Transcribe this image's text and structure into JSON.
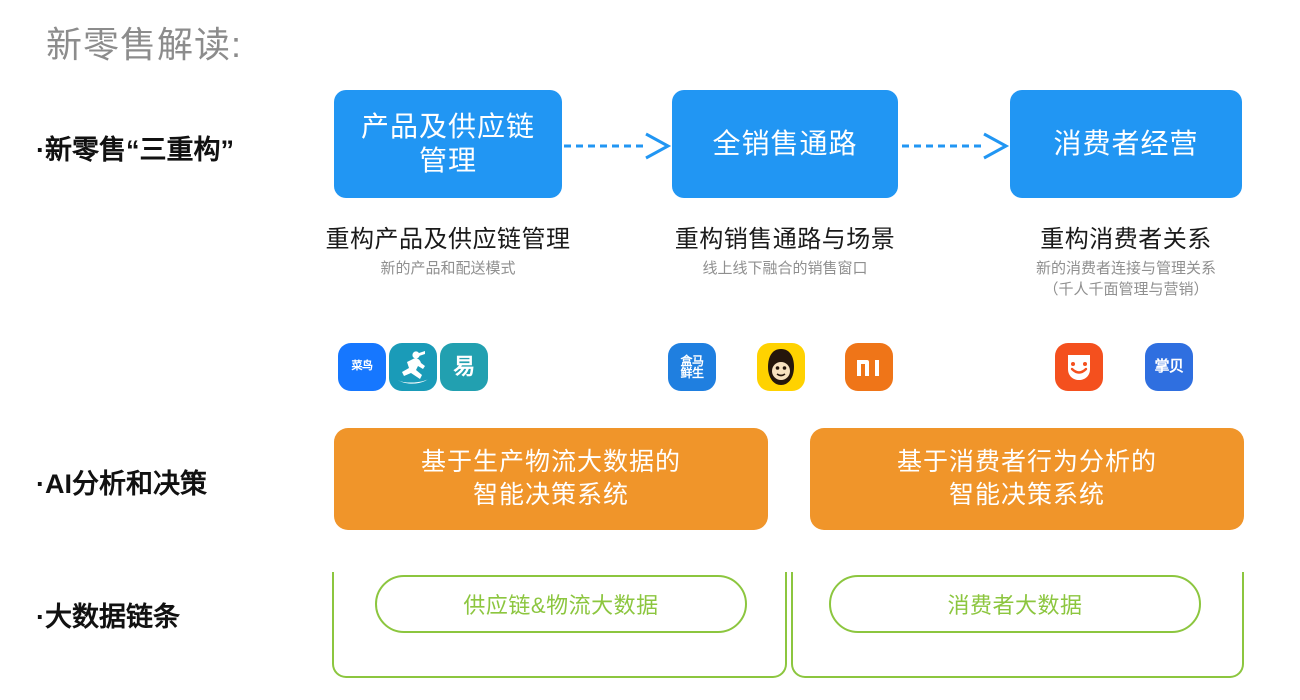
{
  "page": {
    "title": "新零售解读:",
    "title_color": "#8c8c8c",
    "background": "#ffffff"
  },
  "rows": {
    "row1_label": "·新零售“三重构”",
    "row2_label": "·AI分析和决策",
    "row3_label": "·大数据链条"
  },
  "flow": {
    "accent_color": "#2196f3",
    "arrow_icon": "dashed-arrow-right",
    "boxes": [
      {
        "label": "产品及供应链\n管理",
        "line1": "产品及供应链",
        "line2": "管理"
      },
      {
        "label": "全销售通路",
        "line1": "全销售通路",
        "line2": ""
      },
      {
        "label": "消费者经营",
        "line1": "消费者经营",
        "line2": ""
      }
    ],
    "captions": [
      {
        "head": "重构产品及供应链管理",
        "sub_lines": [
          "新的产品和配送模式"
        ]
      },
      {
        "head": "重构销售通路与场景",
        "sub_lines": [
          "线上线下融合的销售窗口"
        ]
      },
      {
        "head": "重构消费者关系",
        "sub_lines": [
          "新的消费者连接与管理关系",
          "（千人千面管理与营销）"
        ]
      }
    ]
  },
  "logos": {
    "group1": [
      {
        "name": "cainiao-logo",
        "text": "菜鸟",
        "bg": "#1677ff",
        "fg": "#ffffff",
        "lines": [
          "菜鸟"
        ]
      },
      {
        "name": "dada-runner-logo",
        "text": "达达",
        "bg": "#1a9bb8",
        "fg": "#ffffff",
        "lines": []
      },
      {
        "name": "yihaodian-logo",
        "text": "易",
        "bg": "#22a0b0",
        "fg": "#ffffff",
        "lines": [
          "易"
        ]
      }
    ],
    "group2": [
      {
        "name": "hema-xiansheng-logo",
        "text": "盒马鲜生",
        "bg": "#1f7fe0",
        "fg": "#ffffff",
        "lines": [
          "盒马",
          "鲜生"
        ]
      },
      {
        "name": "xingbianli-monkey-logo",
        "text": "猩便利",
        "bg": "#ffd200",
        "fg": "#2b2010",
        "lines": []
      },
      {
        "name": "xiaomi-logo",
        "text": "MI",
        "bg": "#ef7518",
        "fg": "#ffffff",
        "lines": [
          "MI"
        ]
      }
    ],
    "group3": [
      {
        "name": "smile-face-logo",
        "text": "微笑",
        "bg": "#f4501e",
        "fg": "#ffffff",
        "lines": []
      },
      {
        "name": "zhangbei-logo",
        "text": "掌贝",
        "bg": "#2f6fe0",
        "fg": "#ffffff",
        "lines": [
          "掌贝"
        ]
      }
    ]
  },
  "ai": {
    "accent_color": "#f0952a",
    "boxes": [
      {
        "line1": "基于生产物流大数据的",
        "line2": "智能决策系统"
      },
      {
        "line1": "基于消费者行为分析的",
        "line2": "智能决策系统"
      }
    ]
  },
  "bigdata": {
    "accent_color": "#8cc63f",
    "pills": [
      {
        "label": "供应链&物流大数据"
      },
      {
        "label": "消费者大数据"
      }
    ]
  }
}
